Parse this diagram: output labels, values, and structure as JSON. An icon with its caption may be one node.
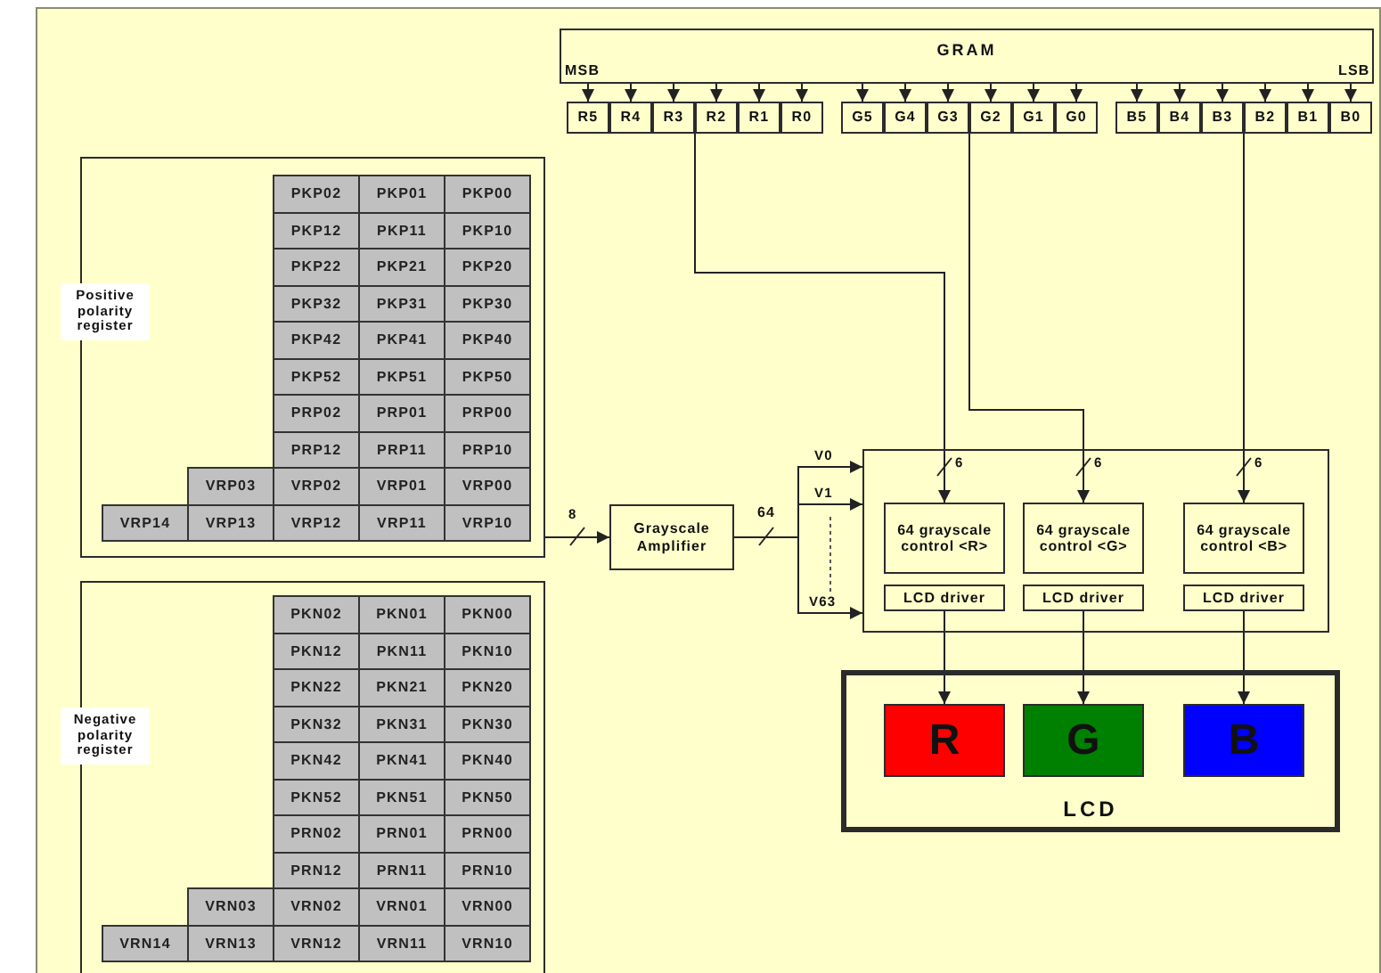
{
  "diagram": {
    "nodes": [
      {
        "text": [
          "GRAM"
        ]
      },
      {
        "text": [
          "R5"
        ]
      },
      {
        "text": [
          "R4"
        ]
      },
      {
        "text": [
          "R3"
        ]
      },
      {
        "text": [
          "R2"
        ]
      },
      {
        "text": [
          "R1"
        ]
      },
      {
        "text": [
          "R0"
        ]
      },
      {
        "text": [
          "G5"
        ]
      },
      {
        "text": [
          "G4"
        ]
      },
      {
        "text": [
          "G3"
        ]
      },
      {
        "text": [
          "G2"
        ]
      },
      {
        "text": [
          "G1"
        ]
      },
      {
        "text": [
          "G0"
        ]
      },
      {
        "text": [
          "B5"
        ]
      },
      {
        "text": [
          "B4"
        ]
      },
      {
        "text": [
          "B3"
        ]
      },
      {
        "text": [
          "B2"
        ]
      },
      {
        "text": [
          "B1"
        ]
      },
      {
        "text": [
          "B0"
        ]
      },
      {
        "text": [
          "Positive polarity register"
        ]
      },
      {
        "text": [
          "Negative polarity register"
        ]
      },
      {
        "text": [
          "Grayscale Amplifier"
        ]
      },
      {
        "text": [],
        "shape": "box"
      },
      {
        "text": [
          "64 grayscale control <R>"
        ],
        "in": 22
      },
      {
        "text": [
          "64 grayscale control <G>"
        ],
        "in": 22
      },
      {
        "text": [
          "64 grayscale control <B>"
        ],
        "in": 22
      },
      {
        "text": [
          "LCD driver"
        ],
        "in": 22
      },
      {
        "text": [
          "LCD driver"
        ],
        "in": 22
      },
      {
        "text": [
          "LCD driver"
        ],
        "in": 22
      },
      {
        "text": [
          "LCD"
        ]
      },
      {
        "text": [
          "R"
        ],
        "in": 29
      },
      {
        "text": [
          "G"
        ],
        "in": 29
      },
      {
        "text": [
          "B"
        ],
        "in": 29
      }
    ],
    "edges": [
      {
        "from": 0,
        "to": 1,
        "arrow": "to"
      },
      {
        "from": 0,
        "to": 2,
        "arrow": "to"
      },
      {
        "from": 0,
        "to": 3,
        "arrow": "to"
      },
      {
        "from": 0,
        "to": 4,
        "arrow": "to"
      },
      {
        "from": 0,
        "to": 5,
        "arrow": "to"
      },
      {
        "from": 0,
        "to": 6,
        "arrow": "to"
      },
      {
        "from": 0,
        "to": 7,
        "arrow": "to"
      },
      {
        "from": 0,
        "to": 8,
        "arrow": "to"
      },
      {
        "from": 0,
        "to": 9,
        "arrow": "to"
      },
      {
        "from": 0,
        "to": 10,
        "arrow": "to"
      },
      {
        "from": 0,
        "to": 11,
        "arrow": "to"
      },
      {
        "from": 0,
        "to": 12,
        "arrow": "to"
      },
      {
        "from": 0,
        "to": 13,
        "arrow": "to"
      },
      {
        "from": 0,
        "to": 14,
        "arrow": "to"
      },
      {
        "from": 0,
        "to": 15,
        "arrow": "to"
      },
      {
        "from": 0,
        "to": 16,
        "arrow": "to"
      },
      {
        "from": 0,
        "to": 17,
        "arrow": "to"
      },
      {
        "from": 0,
        "to": 18,
        "arrow": "to"
      },
      {
        "from": 19,
        "to": 21,
        "arrow": "to",
        "label": "8"
      },
      {
        "from": 21,
        "to": 22,
        "arrow": "to",
        "label": "V0"
      },
      {
        "from": 21,
        "to": 22,
        "arrow": "to",
        "label": "V1"
      },
      {
        "from": 21,
        "to": 22,
        "arrow": "to",
        "label": "V63"
      },
      {
        "from": 4,
        "to": 23,
        "arrow": "to",
        "label": "6"
      },
      {
        "from": 10,
        "to": 24,
        "arrow": "to",
        "label": "6"
      },
      {
        "from": 16,
        "to": 25,
        "arrow": "to",
        "label": "6"
      },
      {
        "from": 26,
        "to": 30,
        "arrow": "to"
      },
      {
        "from": 27,
        "to": 31,
        "arrow": "to"
      },
      {
        "from": 28,
        "to": 32,
        "arrow": "to"
      }
    ],
    "labels": [
      "MSB",
      "LSB",
      "PKP02",
      "PKP01",
      "PKP00",
      "PKP12",
      "PKP11",
      "PKP10",
      "PKP22",
      "PKP21",
      "PKP20",
      "PKP32",
      "PKP31",
      "PKP30",
      "PKP42",
      "PKP41",
      "PKP40",
      "PKP52",
      "PKP51",
      "PKP50",
      "PRP02",
      "PRP01",
      "PRP00",
      "PRP12",
      "PRP11",
      "PRP10",
      "VRP03",
      "VRP02",
      "VRP01",
      "VRP00",
      "VRP14",
      "VRP13",
      "VRP12",
      "VRP11",
      "VRP10",
      "PKN02",
      "PKN01",
      "PKN00",
      "PKN12",
      "PKN11",
      "PKN10",
      "PKN22",
      "PKN21",
      "PKN20",
      "PKN32",
      "PKN31",
      "PKN30",
      "PKN42",
      "PKN41",
      "PKN40",
      "PKN52",
      "PKN51",
      "PKN50",
      "PRN02",
      "PRN01",
      "PRN00",
      "PRN12",
      "PRN11",
      "PRN10",
      "VRN03",
      "VRN02",
      "VRN01",
      "VRN00",
      "VRN14",
      "VRN13",
      "VRN12",
      "VRN11",
      "VRN10",
      "64"
    ]
  }
}
